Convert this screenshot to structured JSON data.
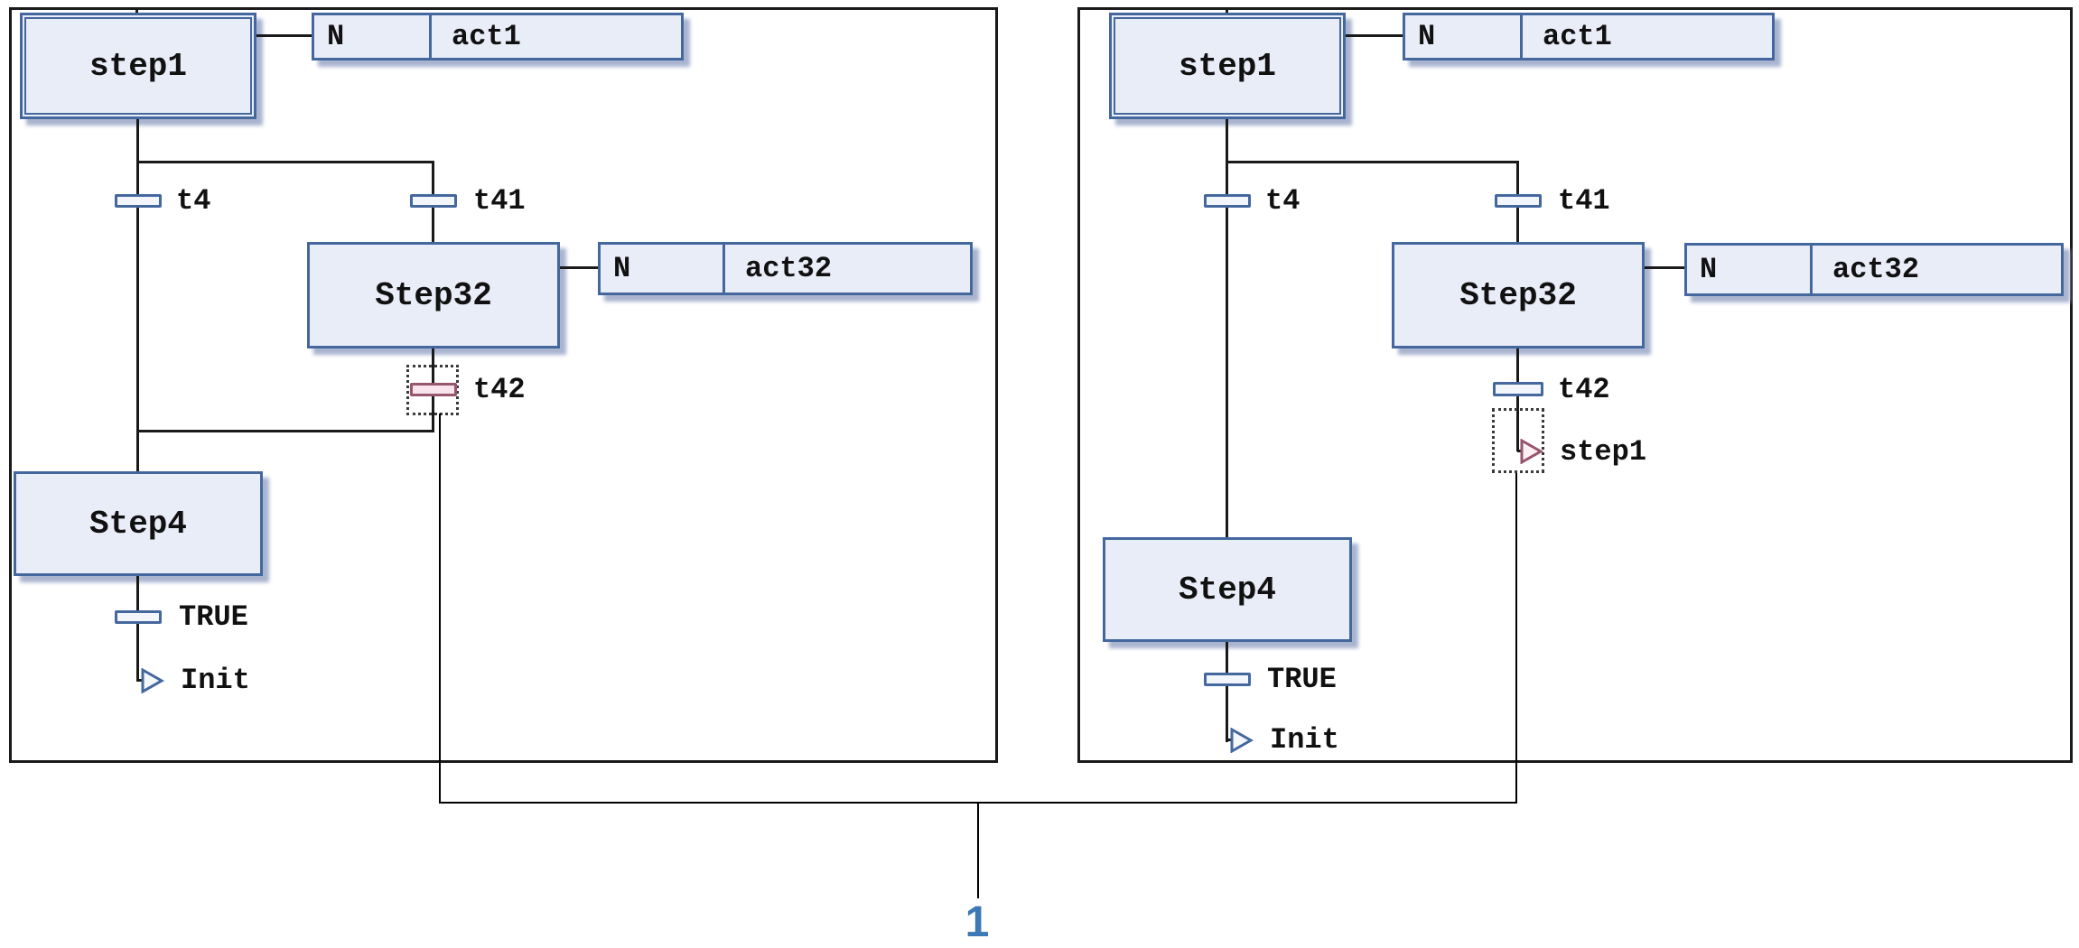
{
  "diagram": {
    "left_panel": {
      "initial_step_label": "step1",
      "action1_qualifier": "N",
      "action1_name": "act1",
      "t4_label": "t4",
      "t41_label": "t41",
      "step32_label": "Step32",
      "action32_qualifier": "N",
      "action32_name": "act32",
      "t42_label": "t42",
      "step4_label": "Step4",
      "true_label": "TRUE",
      "init_jump_label": "Init"
    },
    "right_panel": {
      "initial_step_label": "step1",
      "action1_qualifier": "N",
      "action1_name": "act1",
      "t4_label": "t4",
      "t41_label": "t41",
      "step32_label": "Step32",
      "action32_qualifier": "N",
      "action32_name": "act32",
      "t42_label": "t42",
      "step1_jump_label": "step1",
      "step4_label": "Step4",
      "true_label": "TRUE",
      "init_jump_label": "Init"
    },
    "callout": {
      "number": "1"
    },
    "colors": {
      "box_border": "#44689e",
      "box_fill": "#e9edf8",
      "selected_border": "#96566e",
      "selected_fill": "#f8e4ed",
      "line": "#1a1a1a",
      "callout_blue": "#3d79b5"
    }
  }
}
